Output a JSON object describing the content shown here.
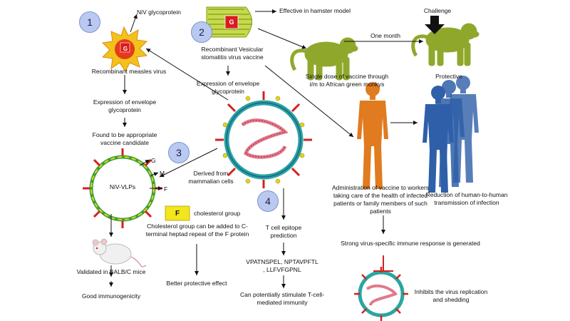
{
  "steps": [
    "1",
    "2",
    "3",
    "4"
  ],
  "markers": {
    "g_label": "G",
    "f_label": "F"
  },
  "labels": {
    "niv_glycoprotein": "NiV glycoprotein",
    "recombinant_measles": "Recombinant measles virus",
    "expression_env_left": "Expression of envelope glycoprotein",
    "found_candidate": "Found to be appropriate vaccine candidate",
    "effective_hamster": "Effective in hamster model",
    "recombinant_vsv": "Recombinant Vesicular stomatitis virus  vaccine",
    "expression_env_center": "Expression of envelope glycoprotein",
    "one_month": "One month",
    "challenge": "Challenge",
    "single_dose": "Single dose of vaccine through i/m to African green monkys",
    "protective": "Protective",
    "g": "G",
    "m": "M",
    "f": "F",
    "niv_vlps": "NiV-VLPs",
    "derived_from": "Derived from mammalian cells",
    "cholesterol_group": "cholesterol group",
    "cholesterol_added": "Cholesterol group can be added to C-terminal heptad repeat of the F protein",
    "better_protective": "Better protective effect",
    "validated_mice": "Validated in BALB/C mice",
    "good_immuno": "Good immunogenicity",
    "tcell_prediction": "T cell epitope prediction",
    "epitopes": "VPATNSPEL, NPTAVPFTL , LLFVFGPNL",
    "stimulate_tcell": "Can potentially stimulate T-cell-mediated immunity",
    "administration": "Administration of vaccine to workers taking care of the health of infected patients or family members of such patients",
    "reduction": "Reduction of human-to-human transmission of infection",
    "strong_response": "Strong virus-specific immune response is generated",
    "inhibits": "Inhibits the virus replication and shedding"
  },
  "colors": {
    "step_circle": "#b9c9ef",
    "monkey": "#8fa82b",
    "human_orange": "#e07b20",
    "human_blue": "#2f5fa8",
    "virus_ring": "#2aa6a0",
    "spike_red": "#d42020",
    "spike_yellow": "#e8d31c"
  }
}
